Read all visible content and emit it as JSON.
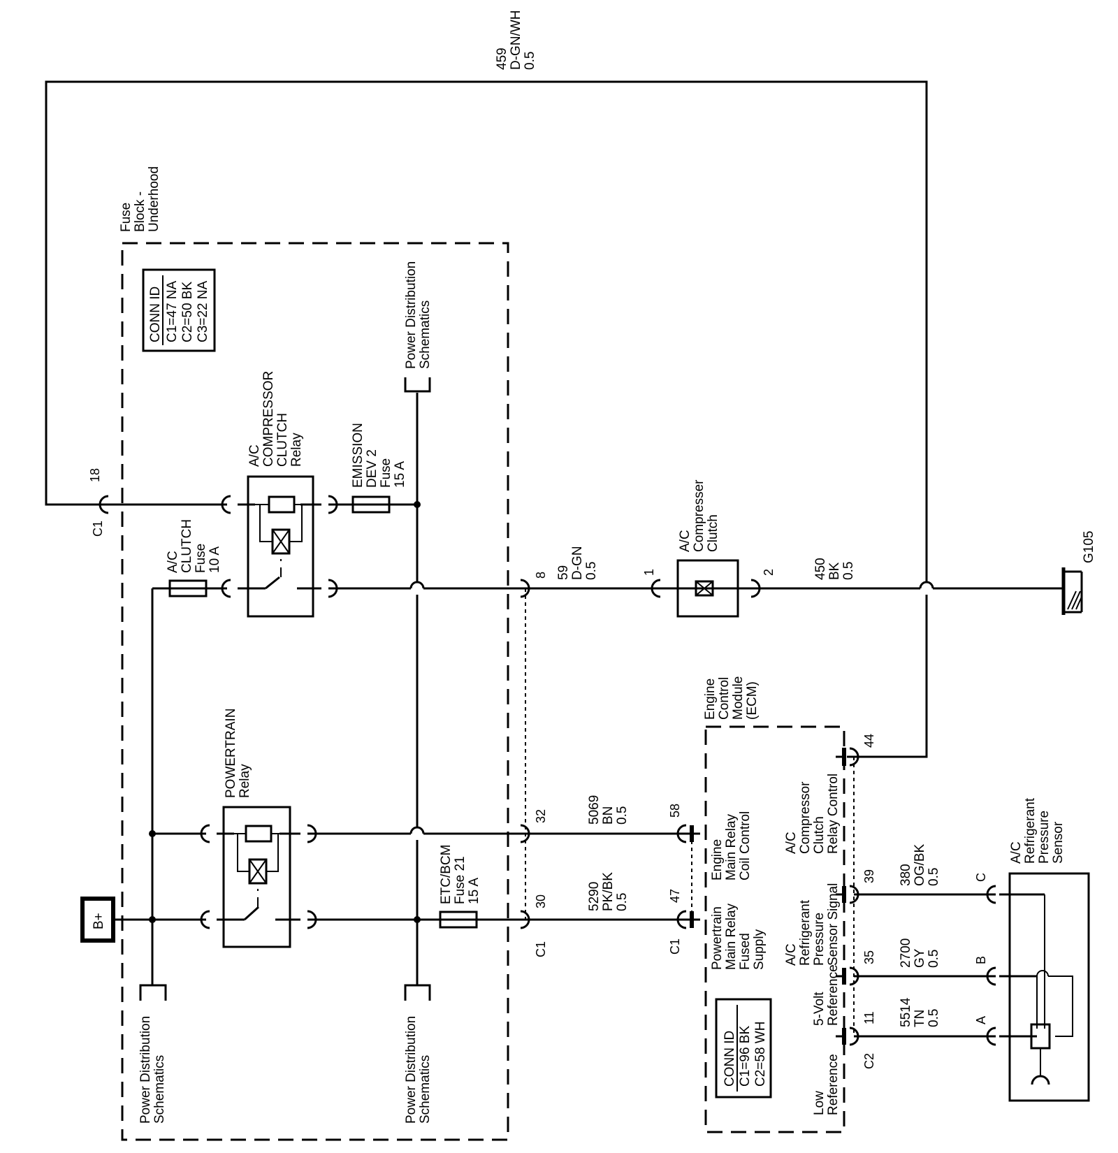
{
  "fuse_block": {
    "title": [
      "Fuse",
      "Block -",
      "Underhood"
    ],
    "conn_id": {
      "header": "CONN ID",
      "lines": [
        "C1=47 NA",
        "C2=50 BK",
        "C3=22 NA"
      ]
    }
  },
  "ecm": {
    "title": [
      "Engine",
      "Control",
      "Module",
      "(ECM)"
    ],
    "conn_id": {
      "header": "CONN ID",
      "lines": [
        "C1=96 BK",
        "C2=58 WH"
      ]
    },
    "pin_labels": {
      "relay_control": [
        "A/C",
        "Compressor",
        "Clutch",
        "Relay Control"
      ],
      "main_relay_coil": [
        "Engine",
        "Main Relay",
        "Coil Control"
      ],
      "main_relay_supply": [
        "Powertrain",
        "Main Relay",
        "Fused",
        "Supply"
      ],
      "pressure_signal": [
        "A/C",
        "Refrigerant",
        "Pressure",
        "Sensor Signal"
      ],
      "five_volt_ref": [
        "5-Volt",
        "Reference"
      ],
      "low_ref": [
        "Low",
        "Reference"
      ]
    },
    "pins": {
      "p44": "44",
      "p58": "58",
      "p47": "47",
      "p39": "39",
      "p35": "35",
      "p11": "11"
    },
    "connectors": {
      "c1": "C1",
      "c2": "C2"
    }
  },
  "components": {
    "ac_relay": [
      "A/C",
      "COMPRESSOR",
      "CLUTCH",
      "Relay"
    ],
    "powertrain_relay": [
      "POWERTRAIN",
      "Relay"
    ],
    "emission_fuse": [
      "EMISSION",
      "DEV 2",
      "Fuse",
      "15 A"
    ],
    "ac_clutch_fuse": [
      "A/C",
      "CLUTCH",
      "Fuse",
      "10 A"
    ],
    "etc_fuse": [
      "ETC/BCM",
      "Fuse 21",
      "15 A"
    ],
    "compressor_clutch": [
      "A/C",
      "Compresser",
      "Clutch"
    ],
    "pressure_sensor": [
      "A/C",
      "Refrigerant",
      "Pressure",
      "Sensor"
    ],
    "battery": "B+",
    "ground": "G105",
    "power_dist_top": [
      "Power Distribution",
      "Schematics"
    ],
    "power_dist_bottom_left": [
      "Power Distribution",
      "Schematics"
    ],
    "power_dist_bottom_mid": [
      "Power Distribution",
      "Schematics"
    ]
  },
  "wires": {
    "w459": [
      "459",
      "D-GN/WH",
      "0.5"
    ],
    "w59": [
      "59",
      "D-GN",
      "0.5"
    ],
    "w450": [
      "450",
      "BK",
      "0.5"
    ],
    "w5069": [
      "5069",
      "BN",
      "0.5"
    ],
    "w5290": [
      "5290",
      "PK/BK",
      "0.5"
    ],
    "w380": [
      "380",
      "OG/BK",
      "0.5"
    ],
    "w2700": [
      "2700",
      "GY",
      "0.5"
    ],
    "w5514": [
      "5514",
      "TN",
      "0.5"
    ]
  },
  "pins": {
    "fb_c1_18": "18",
    "fb_c1_label": "C1",
    "fb_8": "8",
    "fb_32": "32",
    "fb_30": "30",
    "fb_c1_bottom": "C1",
    "clutch_1": "1",
    "clutch_2": "2",
    "sensor_a": "A",
    "sensor_b": "B",
    "sensor_c": "C"
  }
}
